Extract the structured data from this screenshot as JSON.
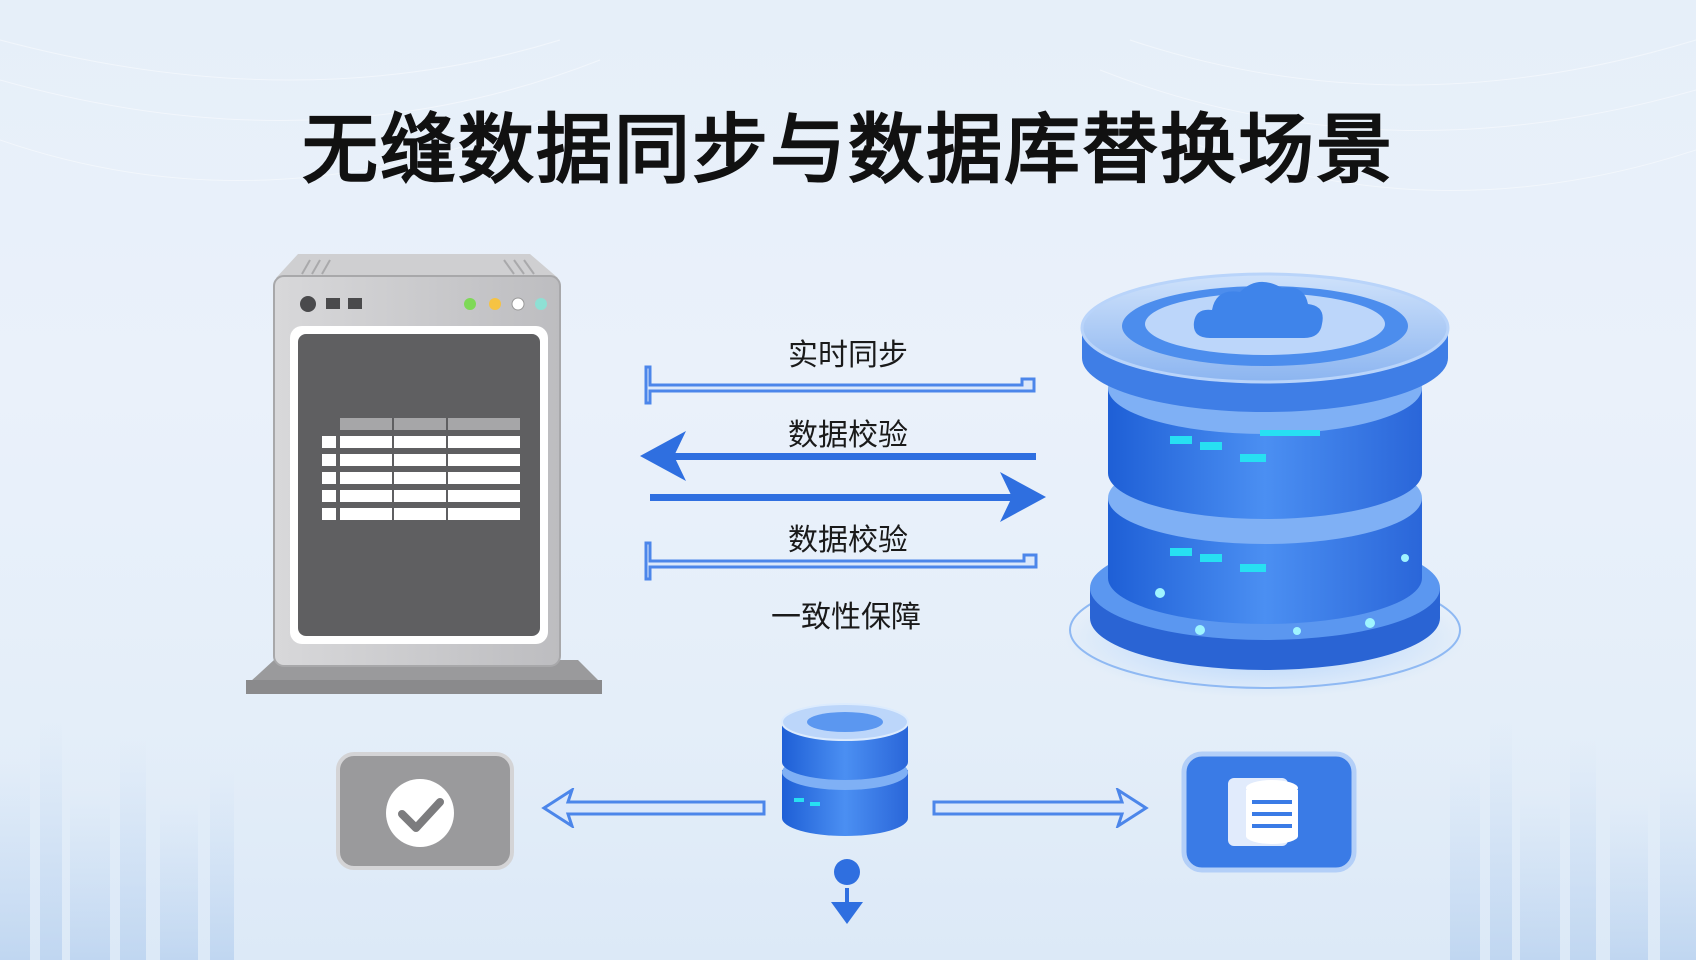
{
  "title": "无缝数据同步与数据库替换场景",
  "flows": {
    "realtime_sync": "实时同步",
    "data_verify_1": "数据校验",
    "data_verify_2": "数据校验",
    "consistency": "一致性保障"
  },
  "colors": {
    "accent_blue": "#2f6fe0",
    "server_gray": "#c9c9cb",
    "screen_dark": "#5f5f61",
    "cyan_light": "#27e0f2"
  },
  "icons": {
    "legacy_server": "server-icon",
    "cloud_database": "cloud-database-icon",
    "small_database": "database-icon",
    "check_badge": "check-icon",
    "db_document": "database-document-icon",
    "down_arrow": "down-arrow-icon"
  }
}
